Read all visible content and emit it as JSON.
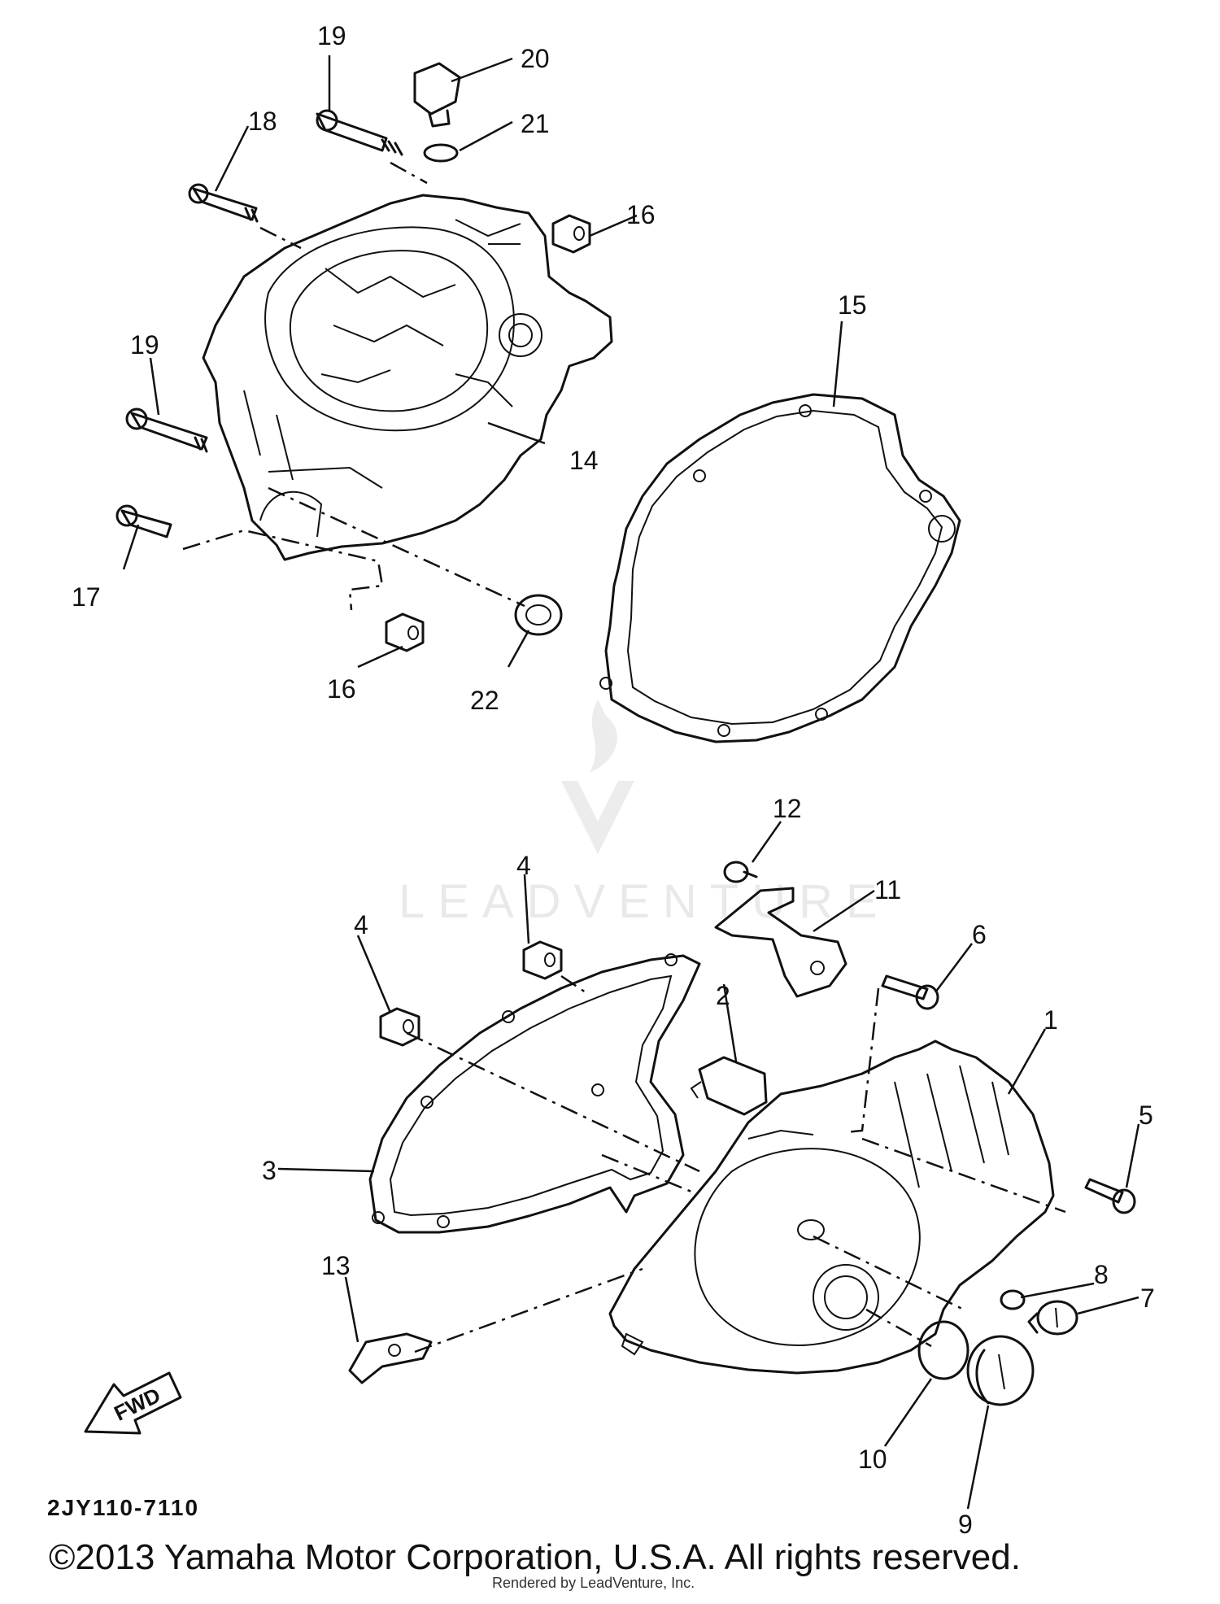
{
  "diagram": {
    "callouts": {
      "c1": "1",
      "c2": "2",
      "c3": "3",
      "c4a": "4",
      "c4b": "4",
      "c5": "5",
      "c6": "6",
      "c7": "7",
      "c8": "8",
      "c9": "9",
      "c10": "10",
      "c11": "11",
      "c12": "12",
      "c13": "13",
      "c14": "14",
      "c15": "15",
      "c16a": "16",
      "c16b": "16",
      "c17": "17",
      "c18": "18",
      "c19a": "19",
      "c19b": "19",
      "c20": "20",
      "c21": "21",
      "c22": "22"
    },
    "fwd_label": "FWD",
    "part_code": "2JY110-7110",
    "watermark": "LEADVENTURE"
  },
  "footer": {
    "copyright": "©2013 Yamaha Motor Corporation, U.S.A. All rights reserved.",
    "rendered_by": "Rendered by LeadVenture, Inc."
  }
}
